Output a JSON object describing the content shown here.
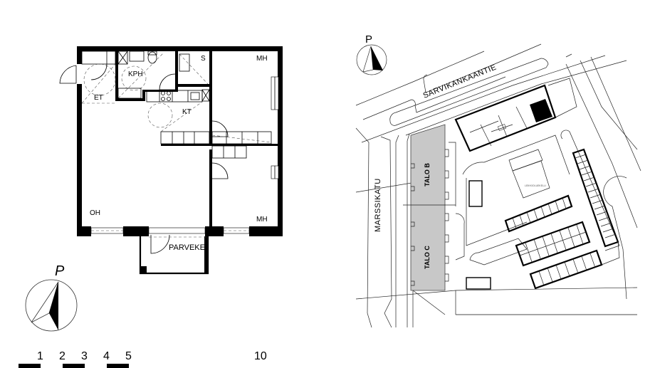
{
  "floor_plan": {
    "rooms": {
      "et": "ET",
      "kph": "KPH",
      "s": "S",
      "mh_top": "MH",
      "kt": "KT",
      "oh": "OH",
      "mh_bottom": "MH",
      "parveke": "PARVEKE"
    },
    "north_arrow": {
      "label": "P",
      "icon": "north-arrow-icon"
    }
  },
  "scale_bar": {
    "labels": [
      "1",
      "2",
      "3",
      "4",
      "5",
      "10"
    ],
    "unit_hint": "meters"
  },
  "site_plan": {
    "north_arrow": {
      "label": "P",
      "icon": "north-arrow-icon"
    },
    "streets": {
      "north": "SARVIKANKAANTIE",
      "west": "MARSSIKATU"
    },
    "buildings": {
      "talo_b": "TALO B",
      "talo_c": "TALO C"
    },
    "colors": {
      "highlight_building_fill": "#c8c8c8",
      "highlight_apartment_fill": "#000000"
    }
  }
}
